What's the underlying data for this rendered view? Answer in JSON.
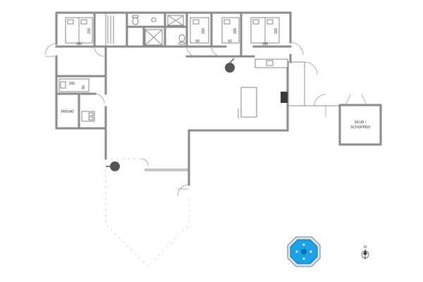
{
  "rooms": {
    "private_label": "PRIVAT",
    "shed_label_line1": "SKUR /",
    "shed_label_line2": "SCHUPPEN"
  },
  "beds": {
    "master_top": "200",
    "master_width": "180",
    "bed_right_top": "200",
    "bed_right_width": "180",
    "bed_a_length": "200",
    "bed_a_width": "90",
    "bed_b_length": "200",
    "bed_b_width": "90",
    "bed_left_length": "200",
    "bed_left_width": "90"
  },
  "compass": {
    "north_label": "N"
  },
  "colors": {
    "wall": "#8a8a8a",
    "pool": "#1aa3e8",
    "pool_dark": "#0b6fb3"
  }
}
